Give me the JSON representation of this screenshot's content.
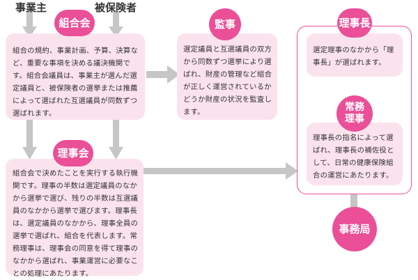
{
  "top_labels": {
    "employer": "事業主",
    "insured": "被保険者"
  },
  "nodes": {
    "kumiaikai": {
      "title": "組合会",
      "text": "組合の規約、事業計画、予算、決算など、重要な事項を決める議決機関です。組合会議員は、事業主が選んだ選定議員と、被保険者の選挙または推薦によって選ばれた互選議員が同数ずつ選ばれます。"
    },
    "kanji": {
      "title": "監事",
      "text": "選定議員と互選議員の双方から同数ずつ選挙により選ばれ、財産の管理など組合が正しく運営されているかどうか財産の状況を監査します。"
    },
    "rijikai": {
      "title": "理事会",
      "text": "組合会で決めたことを実行する執行機関です。理事の半数は選定議員のなかから選挙で選び、残りの半数は互選議員のなかから選挙で選びます。理事長は、選定議員のなかから、理事全員の選挙で選ばれ、組合を代表します。常務理事は、理事会の同意を得て理事のなかから選ばれ、事業運営に必要なことの処理にあたります。"
    },
    "rijicho": {
      "title": "理事長",
      "text": "選定理事のなかから「理事長」が選ばれます。"
    },
    "jomu_riji": {
      "title": "常務\n理事",
      "text": "理事長の指名によって選ばれ、理事長の補佐役として、日常の健康保険組合の運営にあたります。"
    },
    "jimukyoku": {
      "title": "事務局"
    }
  },
  "colors": {
    "accent": "#ea4f97",
    "box_fill": "#fbe3ee",
    "arrow": "#c6c6c6",
    "text": "#333333"
  }
}
